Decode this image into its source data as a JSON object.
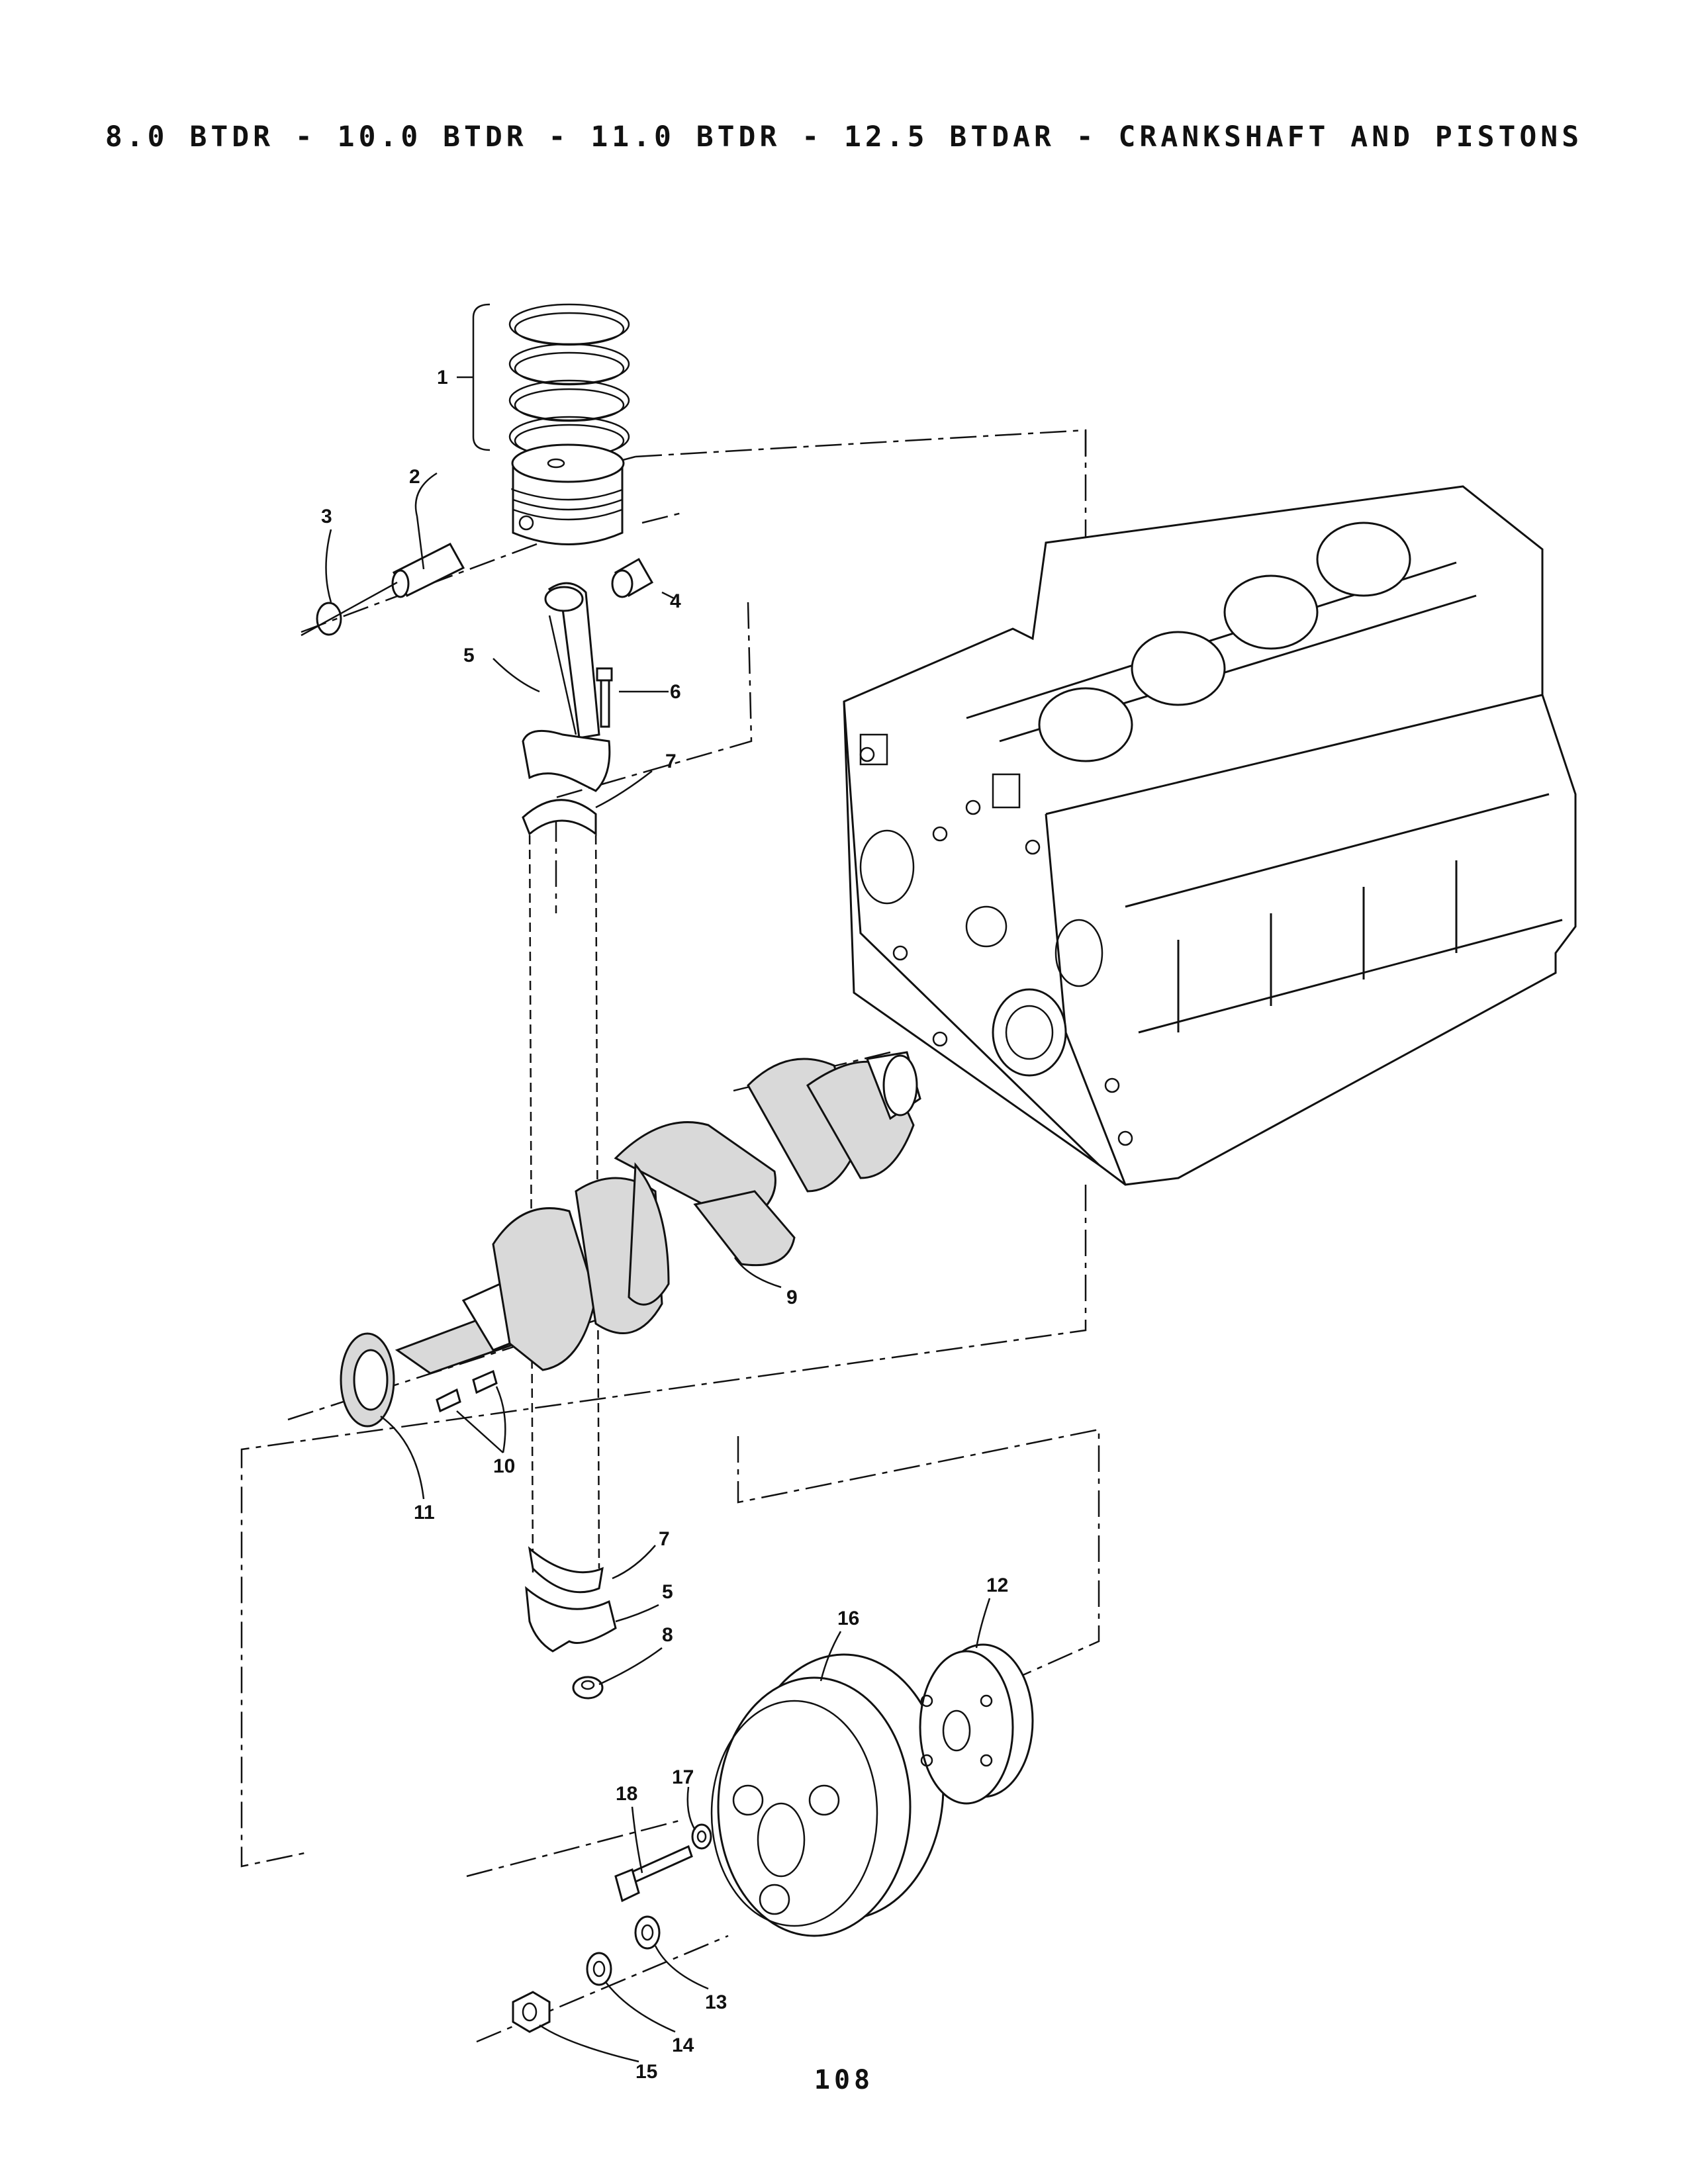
{
  "title": "8.0 BTDR - 10.0 BTDR - 11.0 BTDR - 12.5 BTDAR - CRANKSHAFT AND PISTONS",
  "page_number": "108",
  "callouts": {
    "c1": "1",
    "c2": "2",
    "c3": "3",
    "c4": "4",
    "c5": "5",
    "c6": "6",
    "c7": "7",
    "c9": "9",
    "c10": "10",
    "c11": "11",
    "c7b": "7",
    "c5b": "5",
    "c8": "8",
    "c12": "12",
    "c16": "16",
    "c17": "17",
    "c18": "18",
    "c13": "13",
    "c14": "14",
    "c15": "15"
  }
}
